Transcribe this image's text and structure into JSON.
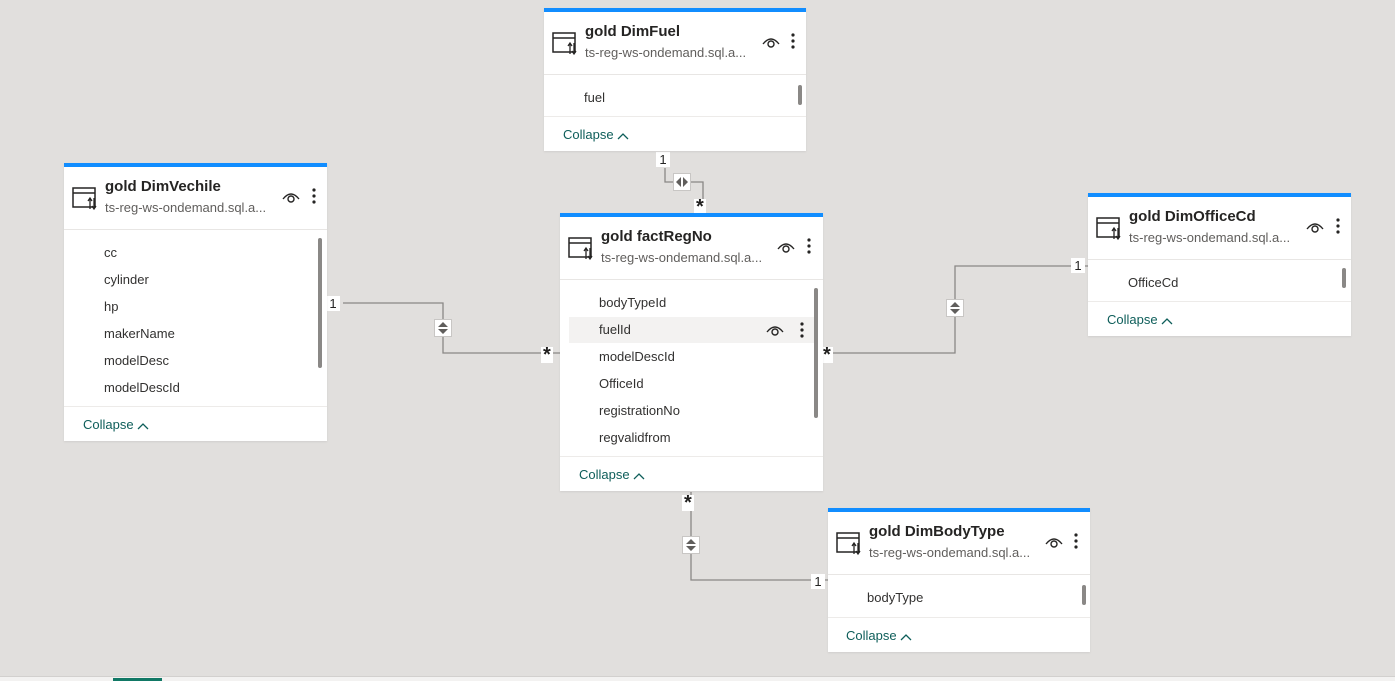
{
  "tables": {
    "fuel": {
      "title": "gold DimFuel",
      "source": "ts-reg-ws-ondemand.sql.a...",
      "fields": [
        "fuel"
      ],
      "collapse_label": "Collapse"
    },
    "vehicle": {
      "title": "gold DimVechile",
      "source": "ts-reg-ws-ondemand.sql.a...",
      "fields": [
        "cc",
        "cylinder",
        "hp",
        "makerName",
        "modelDesc",
        "modelDescId"
      ],
      "collapse_label": "Collapse"
    },
    "fact": {
      "title": "gold factRegNo",
      "source": "ts-reg-ws-ondemand.sql.a...",
      "fields": [
        "bodyTypeId",
        "fuelId",
        "modelDescId",
        "OfficeId",
        "registrationNo",
        "regvalidfrom"
      ],
      "highlighted_field": "fuelId",
      "collapse_label": "Collapse"
    },
    "office": {
      "title": "gold DimOfficeCd",
      "source": "ts-reg-ws-ondemand.sql.a...",
      "fields": [
        "OfficeCd"
      ],
      "collapse_label": "Collapse"
    },
    "bodytype": {
      "title": "gold DimBodyType",
      "source": "ts-reg-ws-ondemand.sql.a...",
      "fields": [
        "bodyType"
      ],
      "collapse_label": "Collapse"
    }
  },
  "relationships": {
    "one_label": "1",
    "many_label": "*"
  },
  "colors": {
    "accent": "#118dff",
    "canvas": "#e1dfdd",
    "link_text": "#0e5e5a",
    "line": "#8a8886"
  }
}
